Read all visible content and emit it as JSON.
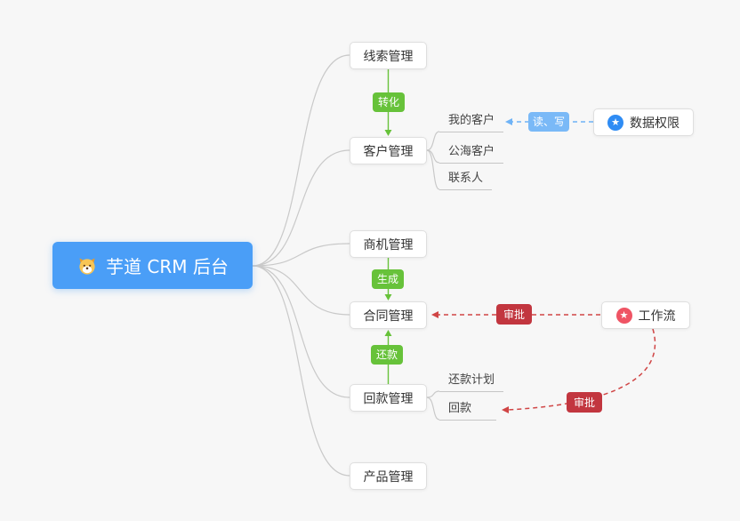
{
  "diagram": {
    "root": {
      "label": "芋道 CRM 后台"
    },
    "nodes": {
      "leads": "线索管理",
      "customers": "客户管理",
      "opportunities": "商机管理",
      "contracts": "合同管理",
      "receivables": "回款管理",
      "products": "产品管理",
      "data_permission": "数据权限",
      "workflow": "工作流"
    },
    "sub_items": {
      "customers": [
        "我的客户",
        "公海客户",
        "联系人"
      ],
      "receivables": [
        "还款计划",
        "回款"
      ]
    },
    "edge_labels": {
      "convert": "转化",
      "generate": "生成",
      "repay": "还款",
      "read_write": "读、写",
      "approve_contract": "审批",
      "approve_receivable": "审批"
    },
    "icons": {
      "root_icon": "dog-face",
      "data_permission_star": "★",
      "workflow_star": "★"
    },
    "colors": {
      "background": "#f7f7f7",
      "root_bg": "#4a9ef7",
      "green": "#67c23a",
      "red_badge": "#c2363f",
      "red_line": "#d04545",
      "blue_badge": "#7ab9f7",
      "blue_line": "#6fb3f6",
      "gray_line": "#c9c9c9",
      "data_permission_icon_bg": "#2f8cf4",
      "workflow_icon_bg": "#ef5464"
    }
  }
}
